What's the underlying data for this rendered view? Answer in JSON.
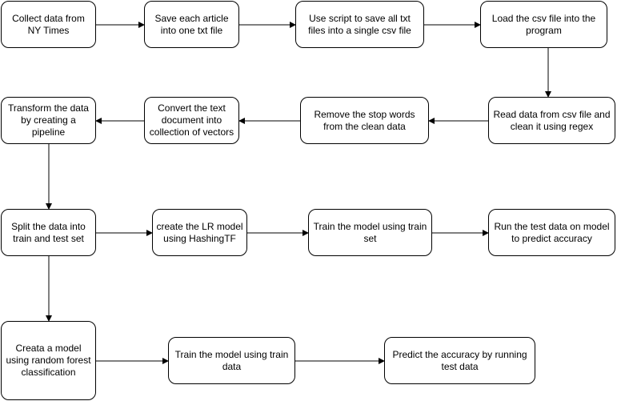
{
  "diagram": {
    "line_color": "#000000",
    "nodes": {
      "n1": "Collect data from NY Times",
      "n2": "Save each article into one txt file",
      "n3": "Use script to save all txt files into a single csv file",
      "n4": "Load the csv file into the program",
      "n5": "Read data from csv file and clean it using regex",
      "n6": "Remove the stop words from the clean data",
      "n7": "Convert the text document into collection of vectors",
      "n8": "Transform the data by creating a pipeline",
      "n9": "Split the data into train and test set",
      "n10": "create the LR model using HashingTF",
      "n11": "Train the model using train set",
      "n12": "Run the test data on model to predict accuracy",
      "n13": "Creata a model using random forest classification",
      "n14": "Train the model using train data",
      "n15": "Predict the accuracy by running test data"
    },
    "edges": [
      [
        "n1",
        "n2"
      ],
      [
        "n2",
        "n3"
      ],
      [
        "n3",
        "n4"
      ],
      [
        "n4",
        "n5"
      ],
      [
        "n5",
        "n6"
      ],
      [
        "n6",
        "n7"
      ],
      [
        "n7",
        "n8"
      ],
      [
        "n8",
        "n9"
      ],
      [
        "n9",
        "n10"
      ],
      [
        "n10",
        "n11"
      ],
      [
        "n11",
        "n12"
      ],
      [
        "n9",
        "n13"
      ],
      [
        "n13",
        "n14"
      ],
      [
        "n14",
        "n15"
      ]
    ]
  }
}
